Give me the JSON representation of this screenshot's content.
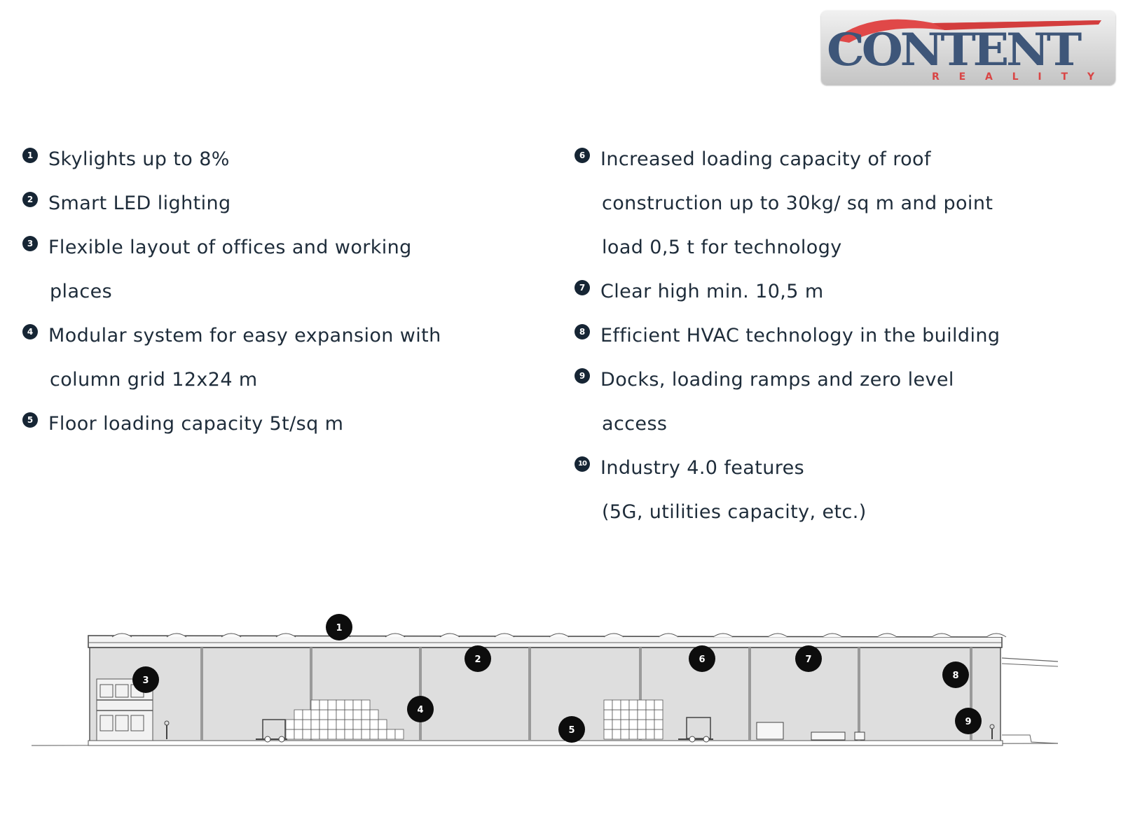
{
  "logo": {
    "word": "CONTENT",
    "sub": "R E A L I T Y"
  },
  "features_left": [
    {
      "num": "1",
      "lines": [
        "Skylights up to 8%"
      ]
    },
    {
      "num": "2",
      "lines": [
        "Smart LED lighting"
      ]
    },
    {
      "num": "3",
      "lines": [
        "Flexible layout of offices and working",
        "places"
      ]
    },
    {
      "num": "4",
      "lines": [
        "Modular system for easy expansion with",
        "column grid 12x24 m"
      ]
    },
    {
      "num": "5",
      "lines": [
        "Floor loading capacity 5t/sq m"
      ]
    }
  ],
  "features_right": [
    {
      "num": "6",
      "lines": [
        "Increased loading capacity of roof",
        "construction up to 30kg/ sq  m and point",
        "load 0,5 t for technology"
      ]
    },
    {
      "num": "7",
      "lines": [
        "Clear high min. 10,5 m"
      ]
    },
    {
      "num": "8",
      "lines": [
        "Efficient HVAC technology in the building"
      ]
    },
    {
      "num": "9",
      "lines": [
        "Docks, loading ramps and zero level",
        "access"
      ]
    },
    {
      "num": "10",
      "lines": [
        "Industry 4.0 features",
        "(5G, utilities capacity, etc.)"
      ]
    }
  ],
  "diagram": {
    "markers": [
      "1",
      "2",
      "3",
      "4",
      "5",
      "6",
      "7",
      "8",
      "9"
    ]
  },
  "colors": {
    "text": "#1e2c3a",
    "badge": "#162534",
    "logo_blue": "#3e5679",
    "logo_red": "#e04848"
  }
}
